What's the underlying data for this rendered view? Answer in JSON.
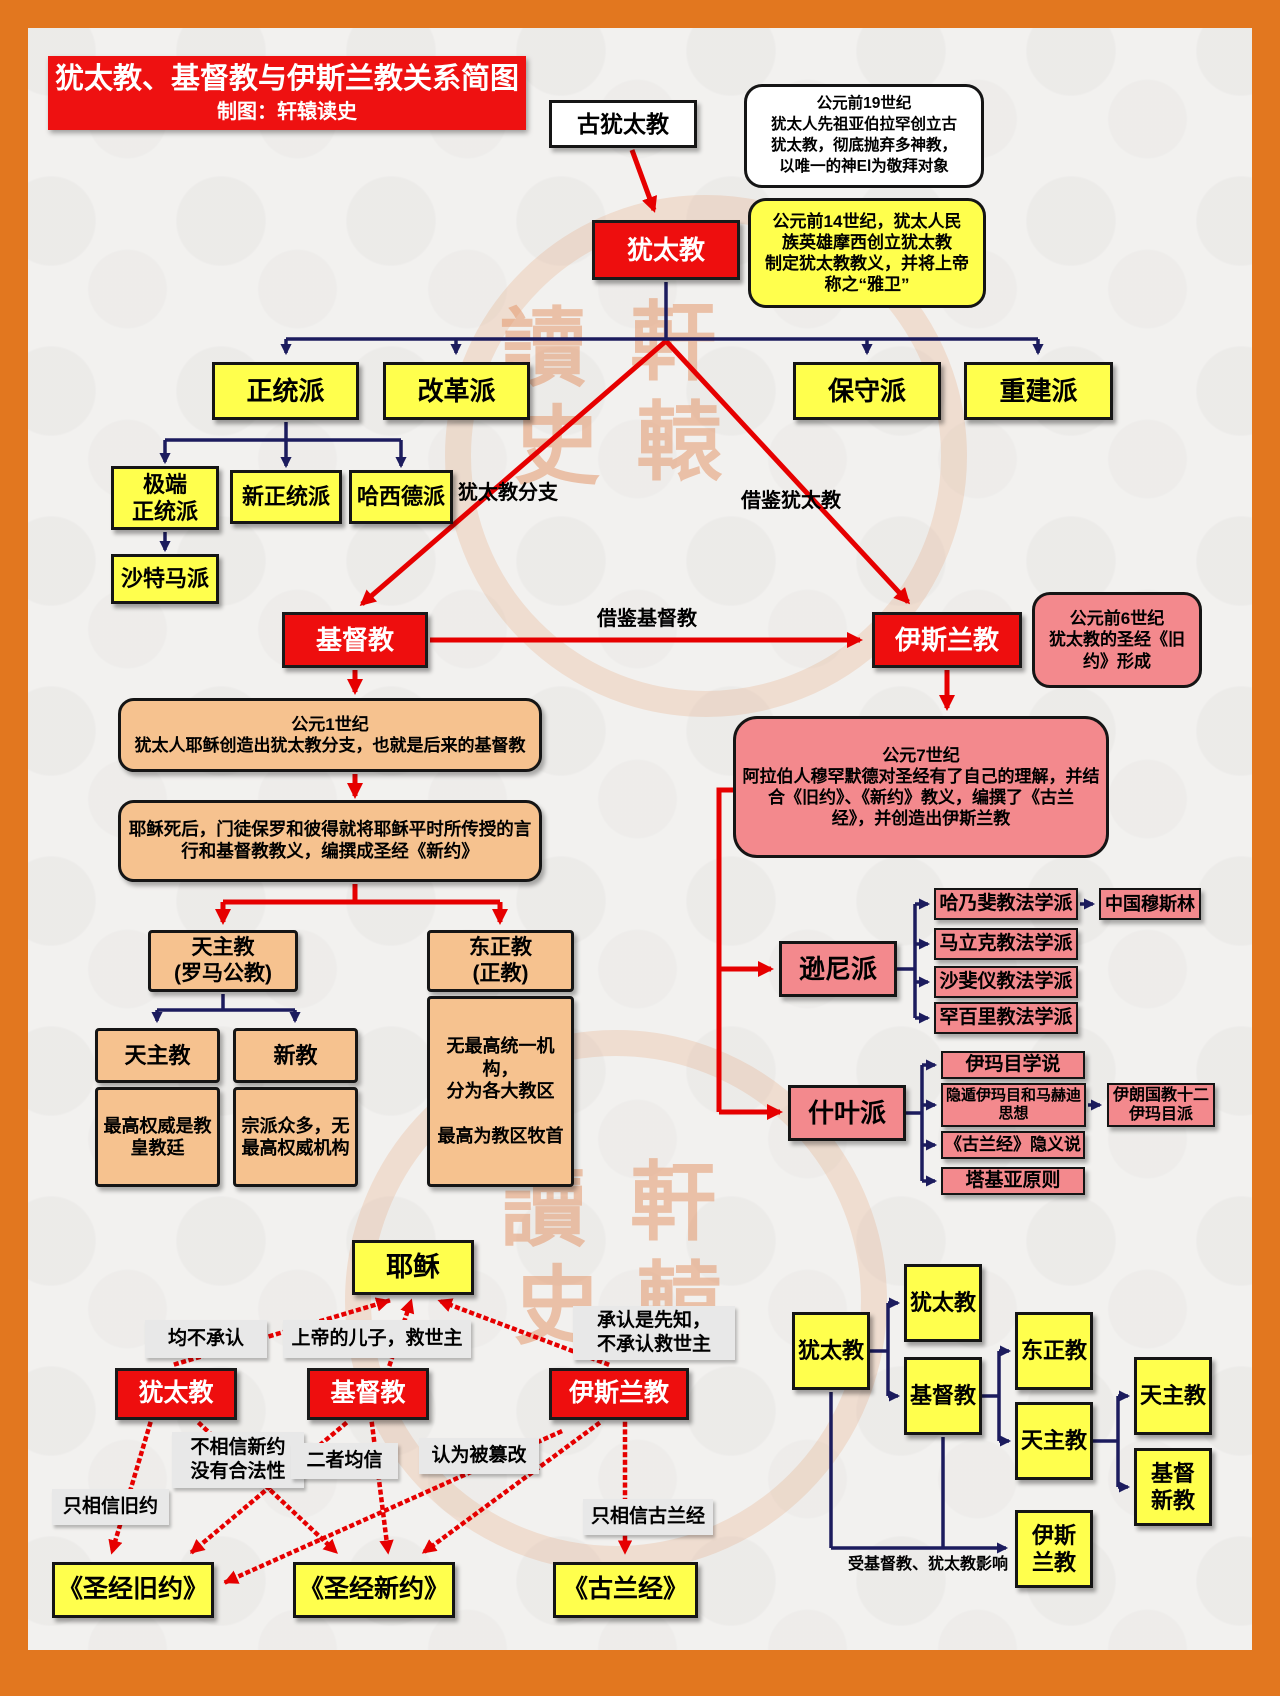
{
  "colors": {
    "frame_orange": "#E2771F",
    "node_red": "#EE0E0E",
    "node_yellow": "#FFFF4D",
    "node_pink": "#F3898D",
    "note_orange": "#F6C28F",
    "connector_navy": "#1C1C5E",
    "arrow_red": "#E60000",
    "label_gray": "#E8E8E8"
  },
  "title": {
    "main": "犹太教、基督教与伊斯兰教关系简图",
    "sub": "制图：轩辕读史"
  },
  "watermark": {
    "c1": "讀",
    "c2": "軒",
    "c3": "史",
    "c4": "轅"
  },
  "nodes": {
    "gu_youtaijiao": "古犹太教",
    "youtaijiao": "犹太教",
    "zhengtongpai": "正统派",
    "gaigepai": "改革派",
    "baoshoupai": "保守派",
    "chongjianpai": "重建派",
    "jiduan_zhengtongpai": "极端\n正统派",
    "xin_zhengtongpai": "新正统派",
    "haxidepai": "哈西德派",
    "shatemapai": "沙特马派",
    "jidujiao": "基督教",
    "yisilanjiao": "伊斯兰教",
    "tianzhujiao_luoma": "天主教\n(罗马公教)",
    "dongzhengjiao": "东正教\n(正教)",
    "tianzhujiao": "天主教",
    "xinjiao": "新教",
    "tianzhujiao_desc": "最高权威是教\n皇教廷",
    "xinjiao_desc": "宗派众多，无\n最高权威机构",
    "dongzhengjiao_desc": "无最高统一机构，\n分为各大教区\n\n最高为教区牧首",
    "sunnipai": "逊尼派",
    "hanaifei": "哈乃斐教法学派",
    "zhongguo_musilin": "中国穆斯林",
    "malike": "马立克教法学派",
    "shafeiyi": "沙斐仪教法学派",
    "hanbaili": "罕百里教法学派",
    "shiyepai": "什叶派",
    "yimamu_xueshuo": "伊玛目学说",
    "yindun_yimamu": "隐遁伊玛目和马赫迪\n思想",
    "yilang_guojiao": "伊朗国教十二\n伊玛目派",
    "gulanjing_yinyi": "《古兰经》隐义说",
    "tajiya": "塔基亚原则",
    "yesu": "耶稣",
    "b_youtaijiao": "犹太教",
    "b_jidujiao": "基督教",
    "b_yisilanjiao": "伊斯兰教",
    "jiuyue": "《圣经旧约》",
    "xinyue": "《圣经新约》",
    "gulanjing": "《古兰经》",
    "t_root": "犹太教",
    "t_youtaijiao": "犹太教",
    "t_jidujiao": "基督教",
    "t_dongzhengjiao": "东正教",
    "t_tianzhujiao_a": "天主教",
    "t_tianzhujiao_b": "天主教",
    "t_jidu_xinjiao": "基督\n新教",
    "t_yisilanjiao": "伊斯\n兰教"
  },
  "notes": {
    "bc19": "公元前19世纪\n犹太人先祖亚伯拉罕创立古\n犹太教，彻底抛弃多神教，\n以唯一的神El为敬拜对象",
    "bc14": "公元前14世纪，犹太人民\n族英雄摩西创立犹太教\n制定犹太教教义，并将上帝\n称之“雅卫”",
    "bc6": "公元前6世纪\n犹太教的圣经《旧\n约》形成",
    "ad1": "公元1世纪\n犹太人耶稣创造出犹太教分支，也就是后来的基督教",
    "jesus_death": "耶稣死后，门徒保罗和彼得就将耶稣平时所传授的言\n行和基督教教义，编撰成圣经《新约》",
    "ad7": "公元7世纪\n阿拉伯人穆罕默德对圣经有了自己的理解，并结\n合《旧约》、《新约》教义，编撰了《古兰\n经》，并创造出伊斯兰教"
  },
  "edge_labels": {
    "youtai_fenzhi": "犹太教分支",
    "jiejian_youtaijiao": "借鉴犹太教",
    "jiejian_jidujiao": "借鉴基督教",
    "jun_bu_chengren": "均不承认",
    "shangdi_erzi": "上帝的儿子，救世主",
    "chengren_xianzhi": "承认是先知，\n不承认救世主",
    "bu_xiangxin_xinyue": "不相信新约\n没有合法性",
    "erzhe_junxin": "二者均信",
    "renwei_cuangai": "认为被篡改",
    "zhi_xiangxin_jiuyue": "只相信旧约",
    "zhi_xiangxin_gulanjing": "只相信古兰经",
    "shou_yingxiang": "受基督教、犹太教影响"
  }
}
